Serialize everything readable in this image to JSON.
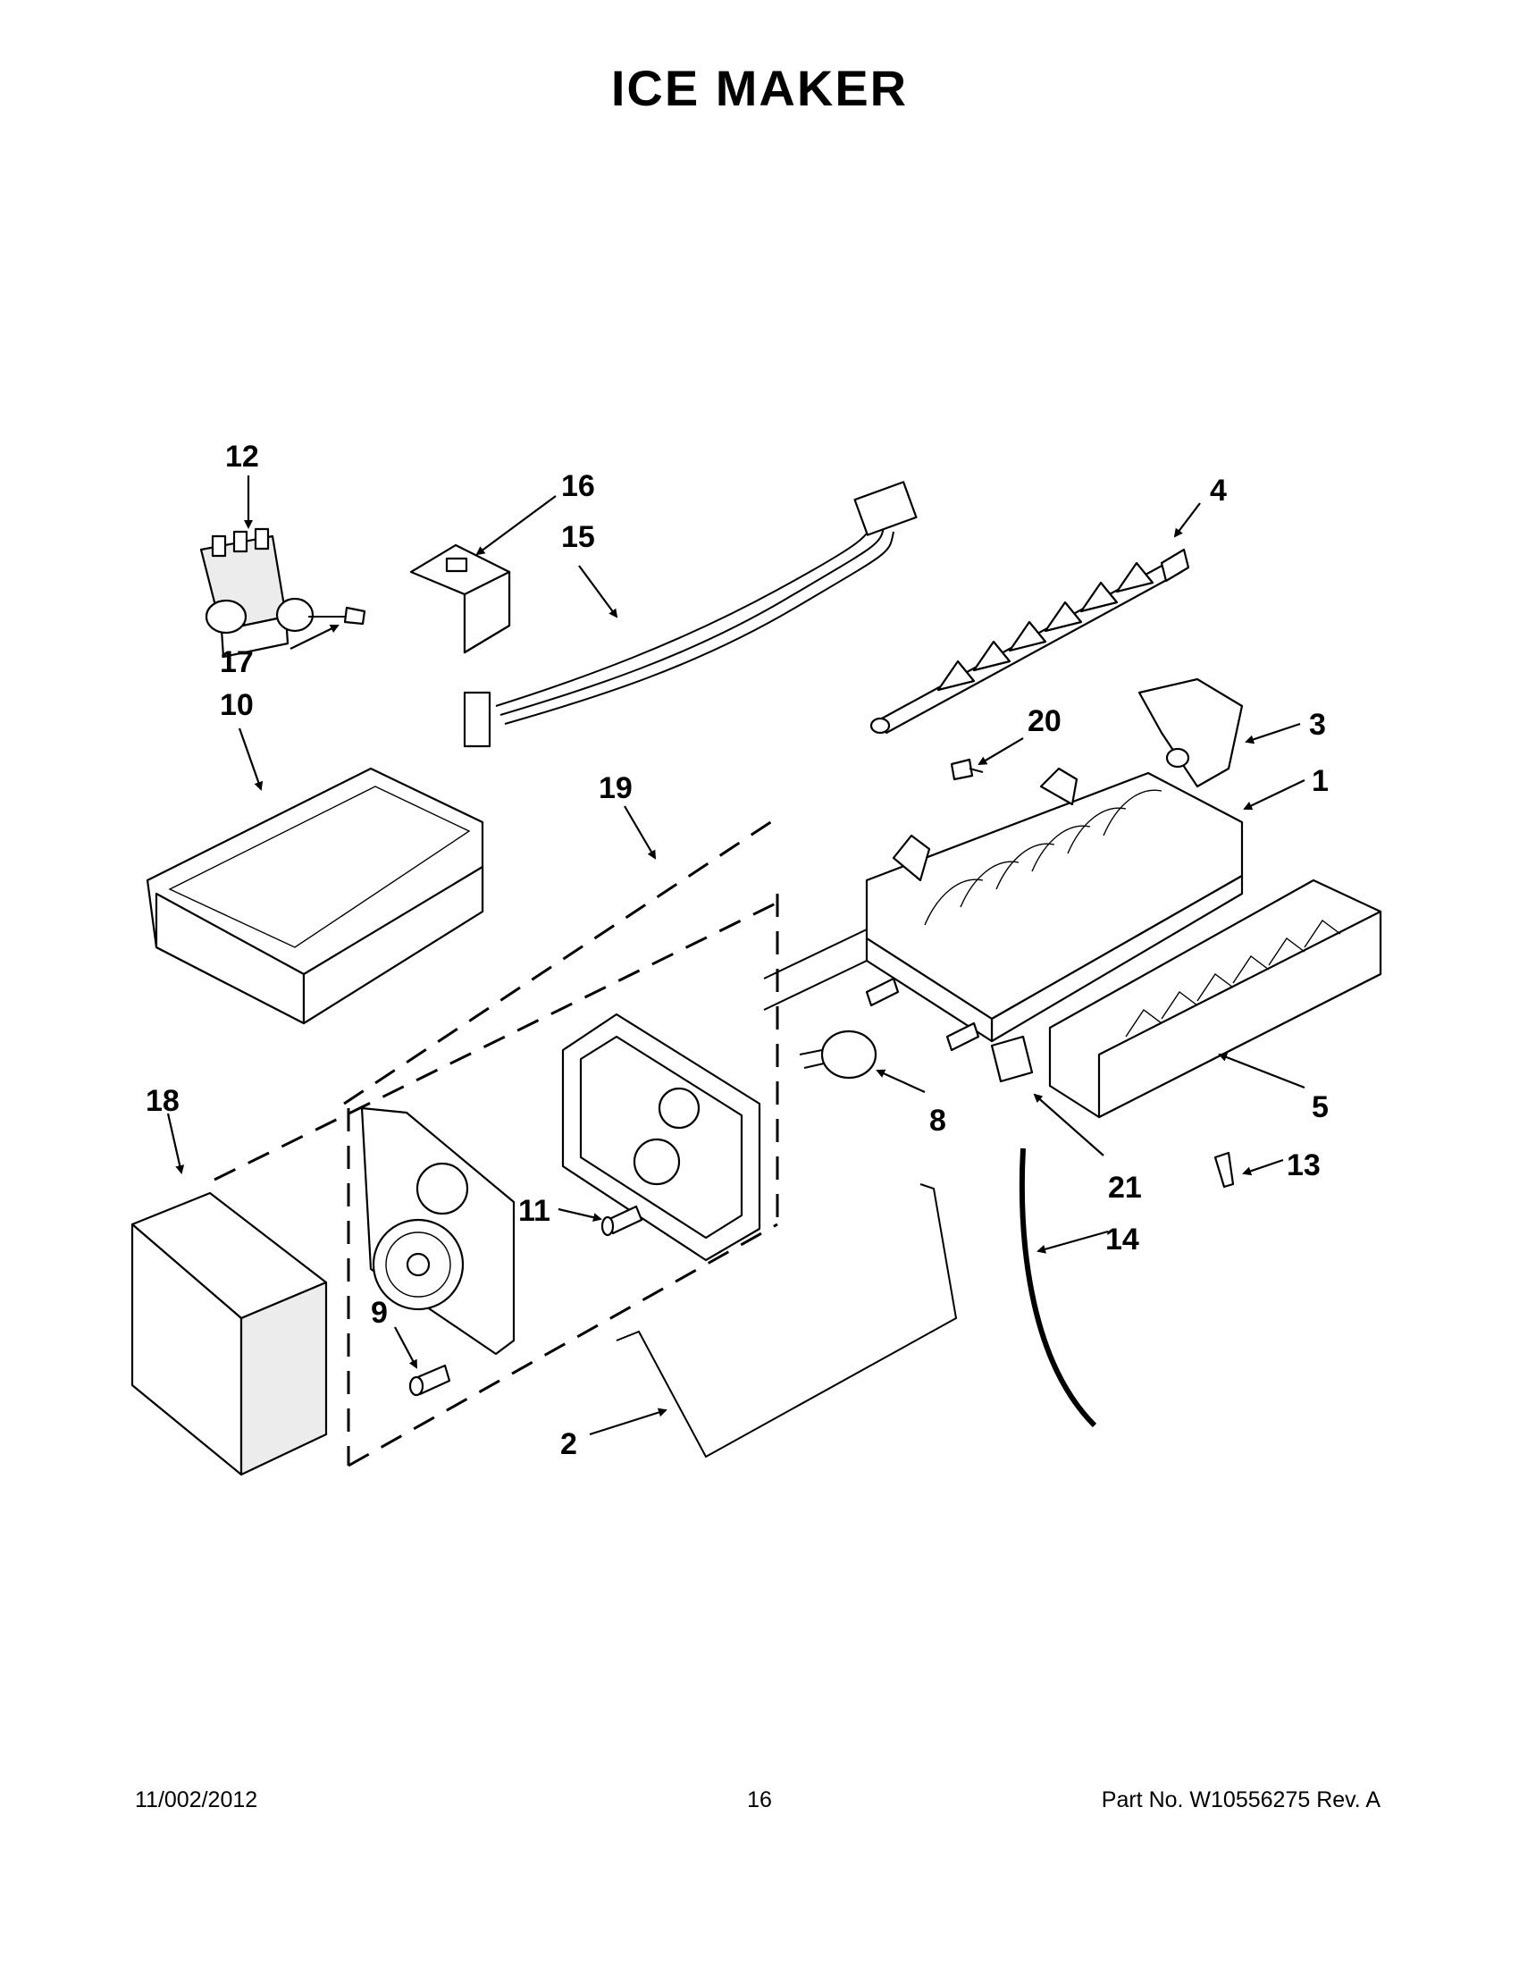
{
  "title": "ICE MAKER",
  "footer": {
    "date": "11/002/2012",
    "page": "16",
    "part_no": "Part No.  W10556275  Rev.  A"
  },
  "callouts": {
    "c1": "1",
    "c2": "2",
    "c3": "3",
    "c4": "4",
    "c5": "5",
    "c8": "8",
    "c9": "9",
    "c10": "10",
    "c11": "11",
    "c12": "12",
    "c13": "13",
    "c14": "14",
    "c15": "15",
    "c16": "16",
    "c17": "17",
    "c18": "18",
    "c19": "19",
    "c20": "20",
    "c21": "21"
  }
}
